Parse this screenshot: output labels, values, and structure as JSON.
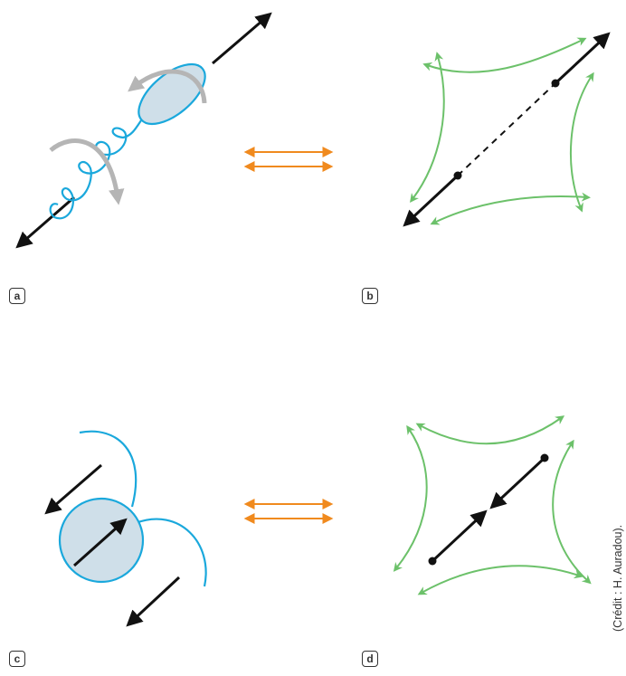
{
  "panels": {
    "a": {
      "label": "a"
    },
    "b": {
      "label": "b"
    },
    "c": {
      "label": "c"
    },
    "d": {
      "label": "d"
    }
  },
  "credit": "(Crédit : H. Auradou).",
  "colors": {
    "blue": "#1aa8dc",
    "green": "#6cc16a",
    "orange": "#f08a1e",
    "gray": "#b5b5b5",
    "black": "#111111",
    "disk_fill": "#cfdfe9"
  }
}
